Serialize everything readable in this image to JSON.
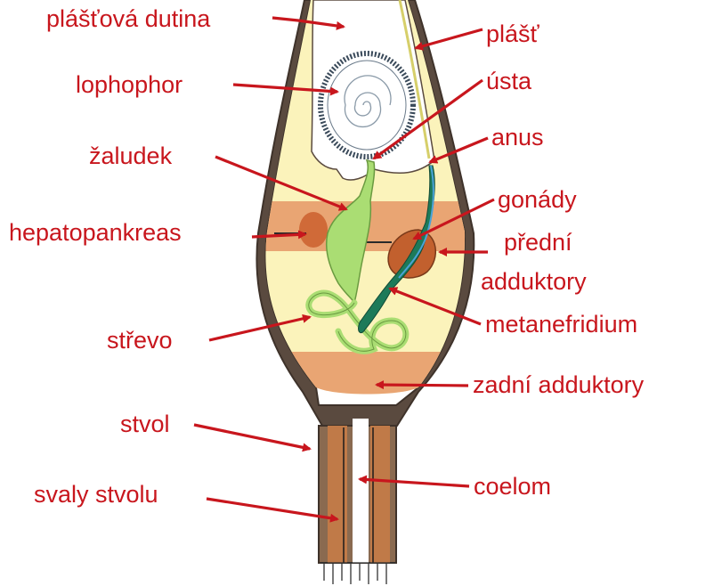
{
  "labels": {
    "plastova_dutina": "plášťová dutina",
    "plast": "plášť",
    "lophophor": "lophophor",
    "usta": "ústa",
    "zaludek": "žaludek",
    "anus": "anus",
    "gonady": "gonády",
    "hepatopankreas": "hepatopankreas",
    "predni_1": "přední",
    "predni_2": "adduktory",
    "strevo": "střevo",
    "metanefridium": "metanefridium",
    "zadni_adduktory": "zadní adduktory",
    "stvol": "stvol",
    "coelom": "coelom",
    "svaly_stvolu": "svaly stvolu"
  },
  "colors": {
    "label": "#c8161d",
    "shell": "#5a4a3f",
    "mantle_cavity": "#fbf8c8",
    "body_fill": "#fbf3bb",
    "muscle_band": "#e79c6c",
    "gut": "#aadd73",
    "nephridium": "#1d7a59",
    "gonad": "#c2602e",
    "coelom": "#ffffff",
    "stalk": "#8a6a50"
  }
}
